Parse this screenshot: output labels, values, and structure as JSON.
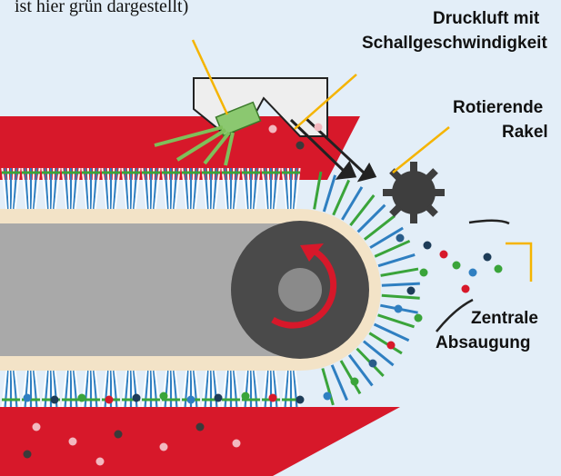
{
  "caption": "ist hier grün dargestellt)",
  "labels": {
    "druckluft_line1": "Druckluft mit",
    "druckluft_line2": "Schallgeschwindigkeit",
    "rakel_line1": "Rotierende",
    "rakel_line2": "Rakel",
    "absaugung_line1": "Zentrale",
    "absaugung_line2": "Absaugung"
  },
  "colors": {
    "background": "#e3eef8",
    "red_housing": "#d7182a",
    "belt_grey": "#a9a9a9",
    "drum_dark": "#4a4a4a",
    "bristle_blue": "#2f7fc1",
    "bristle_green": "#3aa43a",
    "rakel": "#3e3e3e",
    "leader_lines": "#f5b400",
    "nozzle_green": "#8bc870"
  },
  "icons": [
    "rotation-arrow-icon",
    "rakel-gear-icon",
    "air-jet-arrows-icon"
  ]
}
